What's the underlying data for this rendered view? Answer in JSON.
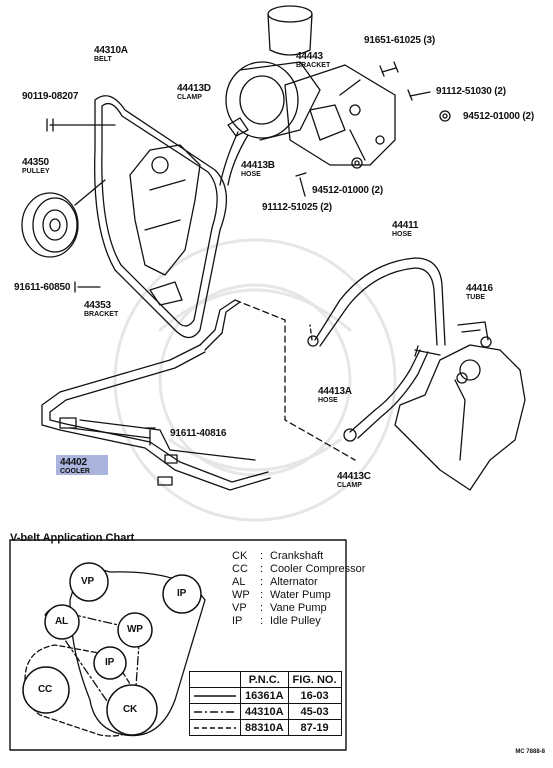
{
  "parts": {
    "belt": {
      "number": "44310A",
      "name": "BELT"
    },
    "bracket_top": {
      "number": "44443",
      "name": "BRACKET"
    },
    "bolt_3": {
      "number": "91651-61025 (3)"
    },
    "bolt_91112_51030": {
      "number": "91112-51030 (2)"
    },
    "nut_94512_01000_a": {
      "number": "94512-01000 (2)"
    },
    "bolt_90119": {
      "number": "90119-08207"
    },
    "clamp_d": {
      "number": "44413D",
      "name": "CLAMP"
    },
    "pulley": {
      "number": "44350",
      "name": "PULLEY"
    },
    "hose_b": {
      "number": "44413B",
      "name": "HOSE"
    },
    "nut_94512_01000_b": {
      "number": "94512-01000 (2)"
    },
    "bolt_91112_51025": {
      "number": "91112-51025 (2)"
    },
    "hose": {
      "number": "44411",
      "name": "HOSE"
    },
    "bolt_91611_60850": {
      "number": "91611-60850"
    },
    "bracket_lower": {
      "number": "44353",
      "name": "BRACKET"
    },
    "tube": {
      "number": "44416",
      "name": "TUBE"
    },
    "hose_a": {
      "number": "44413A",
      "name": "HOSE"
    },
    "bolt_91611_40816": {
      "number": "91611-40816"
    },
    "cooler": {
      "number": "44402",
      "name": "COOLER"
    },
    "clamp_c": {
      "number": "44413C",
      "name": "CLAMP"
    }
  },
  "vbelt_chart": {
    "title": "V-belt  Application  Chart",
    "pulleys": [
      "VP",
      "IP",
      "AL",
      "WP",
      "IP",
      "CC",
      "CK"
    ],
    "legend": [
      {
        "abbr": "CK",
        "name": "Crankshaft"
      },
      {
        "abbr": "CC",
        "name": "Cooler Compressor"
      },
      {
        "abbr": "AL",
        "name": "Alternator"
      },
      {
        "abbr": "WP",
        "name": "Water Pump"
      },
      {
        "abbr": "VP",
        "name": "Vane Pump"
      },
      {
        "abbr": "IP",
        "name": "Idle Pulley"
      }
    ],
    "table": {
      "headers": [
        "P.N.C.",
        "FIG. NO."
      ],
      "rows": [
        {
          "pnc": "16361A",
          "fig": "16-03",
          "line": "solid"
        },
        {
          "pnc": "44310A",
          "fig": "45-03",
          "line": "dash-dot"
        },
        {
          "pnc": "88310A",
          "fig": "87-19",
          "line": "dashed"
        }
      ]
    }
  },
  "reference": "MC 7888-8",
  "highlight_color": "#aab4dd"
}
